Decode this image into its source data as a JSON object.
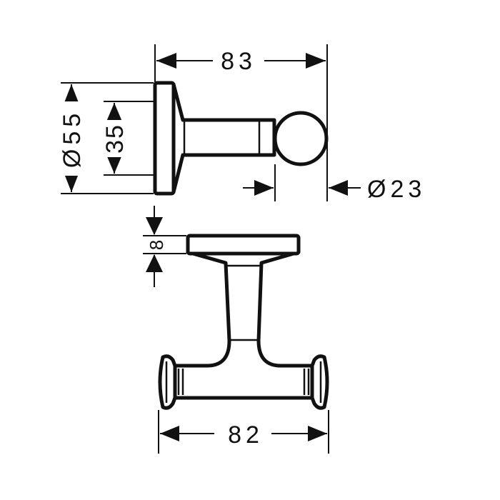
{
  "dimensions": {
    "width_top": "83",
    "plate_diameter": "Ø55",
    "plate_inner": "35",
    "knob_diameter": "Ø23",
    "plate_thickness": "8",
    "width_bottom": "82"
  },
  "colors": {
    "line": "#111111",
    "background": "#ffffff"
  }
}
